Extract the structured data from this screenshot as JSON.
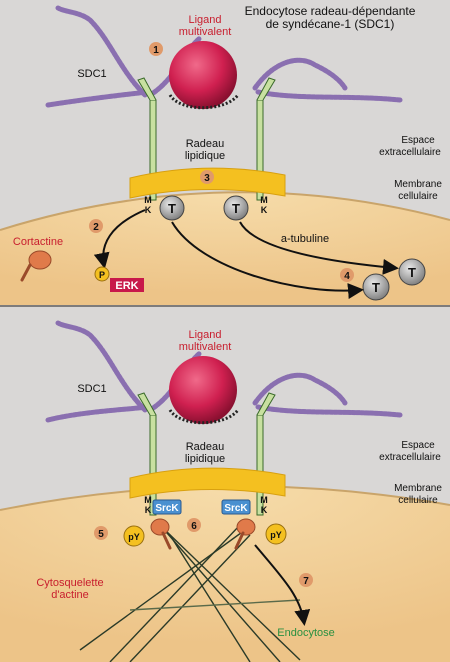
{
  "title_line1": "Endocytose radeau-dépendante",
  "title_line2": "de syndécane-1 (SDC1)",
  "top": {
    "ligand_line1": "Ligand",
    "ligand_line2": "multivalent",
    "sdc1": "SDC1",
    "raft_line1": "Radeau",
    "raft_line2": "lipidique",
    "extracellular_line1": "Espace",
    "extracellular_line2": "extracellulaire",
    "membrane_line1": "Membrane",
    "membrane_line2": "cellulaire",
    "cortactin": "Cortactine",
    "tubulin": "a-tubuline",
    "erk": "ERK",
    "p": "P",
    "t": "T",
    "m": "M",
    "k": "K",
    "steps": [
      "1",
      "2",
      "3",
      "4"
    ]
  },
  "bottom": {
    "ligand_line1": "Ligand",
    "ligand_line2": "multivalent",
    "sdc1": "SDC1",
    "raft_line1": "Radeau",
    "raft_line2": "lipidique",
    "extracellular_line1": "Espace",
    "extracellular_line2": "extracellulaire",
    "membrane_line1": "Membrane",
    "membrane_line2": "cellulaire",
    "cytoskeleton_line1": "Cytosquelette",
    "cytoskeleton_line2": "d'actine",
    "srck": "SrcK",
    "py": "pY",
    "endocytosis": "Endocytose",
    "m": "M",
    "k": "K",
    "steps": [
      "5",
      "6",
      "7"
    ]
  },
  "colors": {
    "background": "#d9d7d6",
    "cytoplasm": "#f0cf99",
    "ligand": "#d02050",
    "raft": "#f4c020",
    "sdc1_stem": "#c8e0a0",
    "heparan_chain": "#8a6fb0",
    "step_badge": "#e09a6a",
    "label_red": "#c81e2e",
    "label_green": "#2a9040",
    "srck_blue": "#4a90d0",
    "erk_bg": "#c8184a",
    "cortactin": "#e07a4a",
    "tubulin_gray": "#8a8a8a"
  }
}
